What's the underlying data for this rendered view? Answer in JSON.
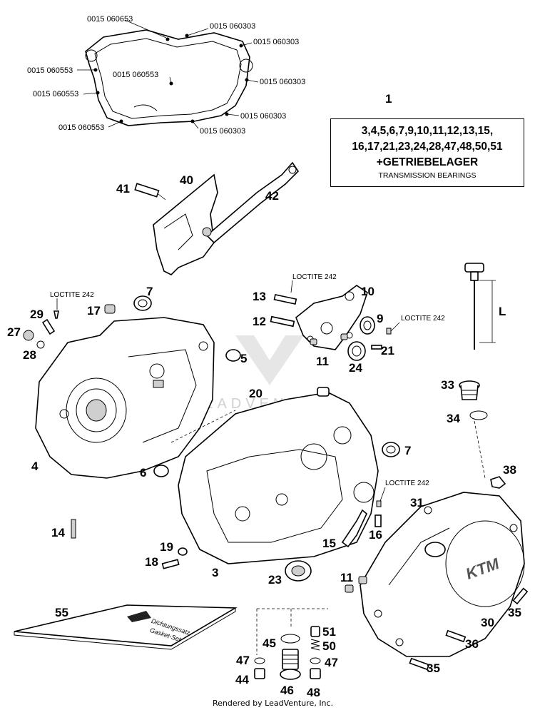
{
  "kit": {
    "ref": "1",
    "line1": "3,4,5,6,7,9,10,11,12,13,15,",
    "line2": "16,17,21,23,24,28,47,48,50,51",
    "line3": "+GETRIEBELAGER",
    "line4": "TRANSMISSION BEARINGS"
  },
  "gasket_codes": {
    "c1": "0015 060653",
    "c2": "0015 060303",
    "c3": "0015 060303",
    "c4": "0015 060553",
    "c5": "0015 060553",
    "c6": "0015 060303",
    "c7": "0015 060553",
    "c8": "0015 060303",
    "c9": "0015 060553",
    "c10": "0015 060303"
  },
  "loctite": {
    "a": "LOCTITE 242",
    "b": "LOCTITE 242",
    "c": "LOCTITE 242",
    "d": "LOCTITE 242"
  },
  "callouts": {
    "n40": "40",
    "n41": "41",
    "n42": "42",
    "n7a": "7",
    "n17": "17",
    "n29": "29",
    "n27": "27",
    "n28": "28",
    "n5": "5",
    "n4": "4",
    "n6": "6",
    "n14": "14",
    "n13": "13",
    "n10": "10",
    "n12": "12",
    "n9": "9",
    "n11a": "11",
    "n24": "24",
    "n21": "21",
    "n20": "20",
    "n7b": "7",
    "n33": "33",
    "n34": "34",
    "n38": "38",
    "n31": "31",
    "nL": "L",
    "n16": "16",
    "n15": "15",
    "n19": "19",
    "n18": "18",
    "n3": "3",
    "n23": "23",
    "n11b": "11",
    "n35a": "35",
    "n30": "30",
    "n36": "36",
    "n35b": "35",
    "n55": "55",
    "n45": "45",
    "n47a": "47",
    "n44": "44",
    "n46": "46",
    "n51": "51",
    "n50": "50",
    "n47b": "47",
    "n48": "48"
  },
  "booklet": {
    "line1": "Dichtungssatz",
    "line2": "Gasket-Set"
  },
  "cover_logo": "KTM",
  "watermark": "LEADVENTURE",
  "footer": "Rendered by LeadVenture, Inc."
}
